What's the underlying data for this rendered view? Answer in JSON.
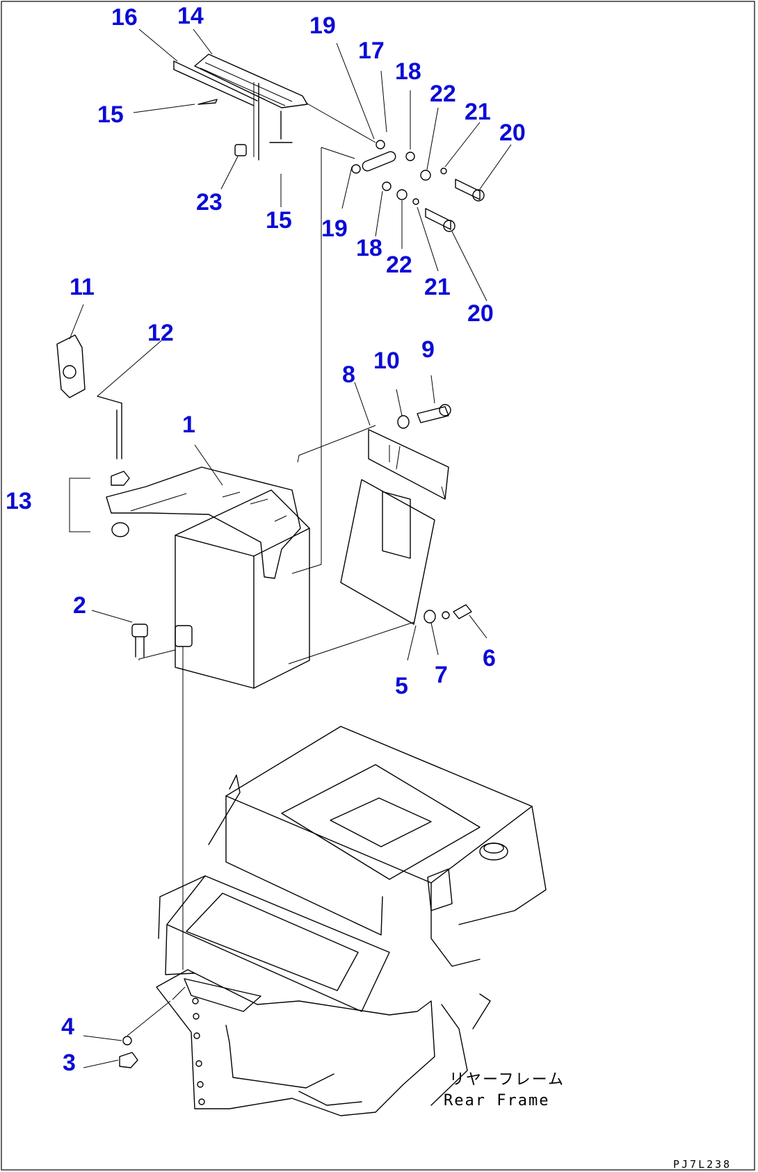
{
  "callouts": [
    {
      "id": "c16a",
      "label": "16"
    },
    {
      "id": "c14a",
      "label": "14"
    },
    {
      "id": "c15a",
      "label": "15"
    },
    {
      "id": "c23a",
      "label": "23"
    },
    {
      "id": "c15b",
      "label": "15"
    },
    {
      "id": "c19a",
      "label": "19"
    },
    {
      "id": "c17a",
      "label": "17"
    },
    {
      "id": "c18a",
      "label": "18"
    },
    {
      "id": "c22a",
      "label": "22"
    },
    {
      "id": "c21a",
      "label": "21"
    },
    {
      "id": "c20a",
      "label": "20"
    },
    {
      "id": "c19b",
      "label": "19"
    },
    {
      "id": "c18b",
      "label": "18"
    },
    {
      "id": "c22b",
      "label": "22"
    },
    {
      "id": "c21b",
      "label": "21"
    },
    {
      "id": "c20b",
      "label": "20"
    },
    {
      "id": "c11",
      "label": "11"
    },
    {
      "id": "c12",
      "label": "12"
    },
    {
      "id": "c13",
      "label": "13"
    },
    {
      "id": "c1",
      "label": "1"
    },
    {
      "id": "c8",
      "label": "8"
    },
    {
      "id": "c10",
      "label": "10"
    },
    {
      "id": "c9",
      "label": "9"
    },
    {
      "id": "c2",
      "label": "2"
    },
    {
      "id": "c6",
      "label": "6"
    },
    {
      "id": "c7",
      "label": "7"
    },
    {
      "id": "c5",
      "label": "5"
    },
    {
      "id": "c4",
      "label": "4"
    },
    {
      "id": "c3",
      "label": "3"
    }
  ],
  "frame_caption_jp": "リヤーフレーム",
  "frame_caption_en": "Rear Frame",
  "drawing_code": "PJ7L238",
  "colors": {
    "callout": "#0b0bd6",
    "line": "#000000",
    "background": "#ffffff"
  }
}
